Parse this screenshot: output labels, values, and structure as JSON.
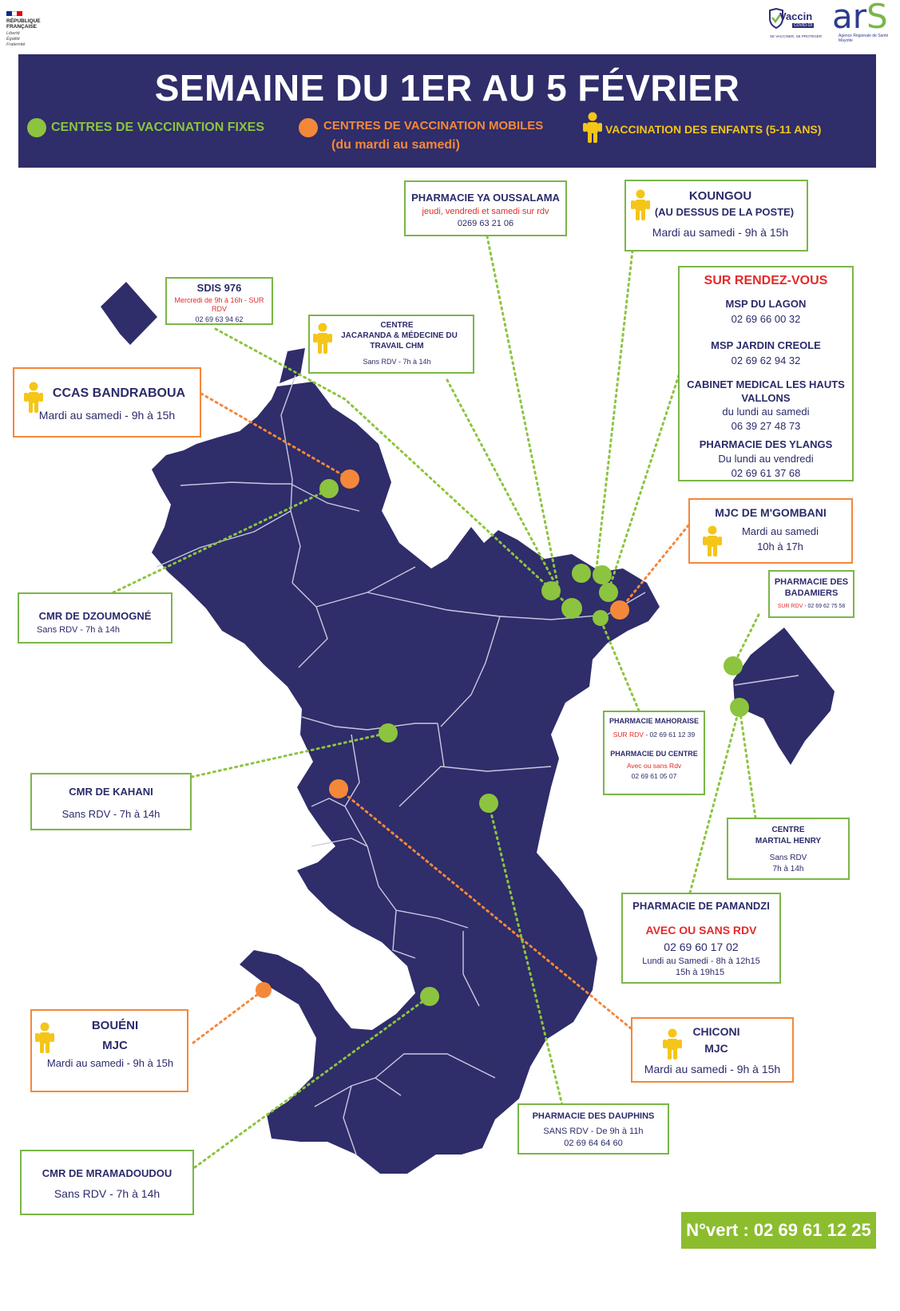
{
  "header": {
    "republique": [
      "RÉPUBLIQUE",
      "FRANÇAISE"
    ],
    "devise": [
      "Liberté",
      "Égalité",
      "Fraternité"
    ],
    "vaccin_logo": {
      "word": "Vaccin",
      "sub": "COVID-19",
      "tagline": "SE VACCINER, SE PROTÉGER"
    },
    "ars_logo": {
      "word_a": "ar",
      "word_b": "S",
      "tagline": [
        "Agence Régionale de Santé",
        "Mayotte"
      ]
    }
  },
  "banner": {
    "title": "SEMAINE DU 1ER AU 5 FÉVRIER",
    "legend_fixed": "CENTRES DE VACCINATION FIXES",
    "legend_mobile": "CENTRES DE VACCINATION MOBILES",
    "legend_mobile_sub": "(du mardi au samedi)",
    "legend_children": "VACCINATION DES ENFANTS (5-11 ANS)"
  },
  "colors": {
    "banner": "#2f2d6a",
    "map": "#2f2d6a",
    "fixed": "#8cc43f",
    "mobile": "#f4883a",
    "children": "#f5c518",
    "border_green": "#7ab648",
    "alert_red": "#e32b2b"
  },
  "icons": {
    "fixed": "green-dot-icon",
    "mobile": "orange-dot-icon",
    "children": "child-icon"
  },
  "places": {
    "ya_oussalama": {
      "name": "PHARMACIE YA OUSSALAMA",
      "note": "jeudi, vendredi et samedi sur rdv",
      "phone": "0269 63 21 06"
    },
    "koungou": {
      "name1": "KOUNGOU",
      "name2": "(AU DESSUS DE LA POSTE)",
      "hours": "Mardi au samedi - 9h à 15h"
    },
    "rdv_list": {
      "header": "SUR RENDEZ-VOUS",
      "items": [
        {
          "name": "MSP DU LAGON",
          "phone": "02 69 66 00 32"
        },
        {
          "name": "MSP JARDIN CREOLE",
          "phone": "02 69 62 94 32"
        },
        {
          "name": "CABINET MEDICAL LES HAUTS VALLONS",
          "note": "du lundi au samedi",
          "phone": "06 39 27 48 73"
        },
        {
          "name": "PHARMACIE DES YLANGS",
          "note": "Du lundi au vendredi",
          "phone": "02 69 61 37 68"
        }
      ]
    },
    "sdis": {
      "name": "SDIS 976",
      "note": "Mercredi de 9h à 16h - SUR RDV",
      "phone": "02 69 63 94 62"
    },
    "jacaranda": {
      "line1": "CENTRE",
      "line2": "JACARANDA & MÉDECINE DU",
      "line3": "TRAVAIL CHM",
      "hours": "Sans RDV -  7h à 14h"
    },
    "ccas": {
      "name": "CCAS BANDRABOUA",
      "hours": "Mardi au samedi - 9h à 15h"
    },
    "mgombani": {
      "name": "MJC DE M'GOMBANI",
      "line1": "Mardi au samedi",
      "line2": "10h à 17h"
    },
    "badamiers": {
      "line1": "PHARMACIE DES",
      "line2": "BADAMIERS",
      "note": "SUR RDV",
      "phone": " - 02 69 62 75 58"
    },
    "dzoumogne": {
      "name": "CMR DE DZOUMOGNÉ",
      "hours": "Sans RDV - 7h à 14h"
    },
    "mahoraise": {
      "name1": "PHARMACIE MAHORAISE",
      "note1": "SUR RDV",
      "phone1": " - 02 69 61 12 39",
      "name2": "PHARMACIE DU CENTRE",
      "note2": "Avec ou sans Rdv",
      "phone2": "02 69 61 05 07"
    },
    "kahani": {
      "name": "CMR DE KAHANI",
      "hours": "Sans RDV - 7h à 14h"
    },
    "martial": {
      "line1": "CENTRE",
      "line2": "MARTIAL HENRY",
      "line3": "Sans RDV",
      "line4": "7h à 14h"
    },
    "pamandzi": {
      "name": "PHARMACIE DE PAMANDZI",
      "note": "AVEC OU SANS RDV",
      "phone": "02 69 60 17 02",
      "hours1": "Lundi au Samedi - 8h à 12h15",
      "hours2": "15h  à 19h15"
    },
    "boueni": {
      "line1": "BOUÉNI",
      "line2": "MJC",
      "hours": "Mardi au samedi - 9h à 15h"
    },
    "chiconi": {
      "line1": "CHICONI",
      "line2": "MJC",
      "hours": "Mardi au samedi - 9h à 15h"
    },
    "dauphins": {
      "name": "PHARMACIE DES DAUPHINS",
      "hours": "SANS RDV -  De 9h à 11h",
      "phone": "02 69 64 64 60"
    },
    "mramadoudou": {
      "name": "CMR DE MRAMADOUDOU",
      "hours": "Sans RDV - 7h à 14h"
    }
  },
  "footer": {
    "numero_vert": "N°vert : 02 69 61 12 25"
  }
}
